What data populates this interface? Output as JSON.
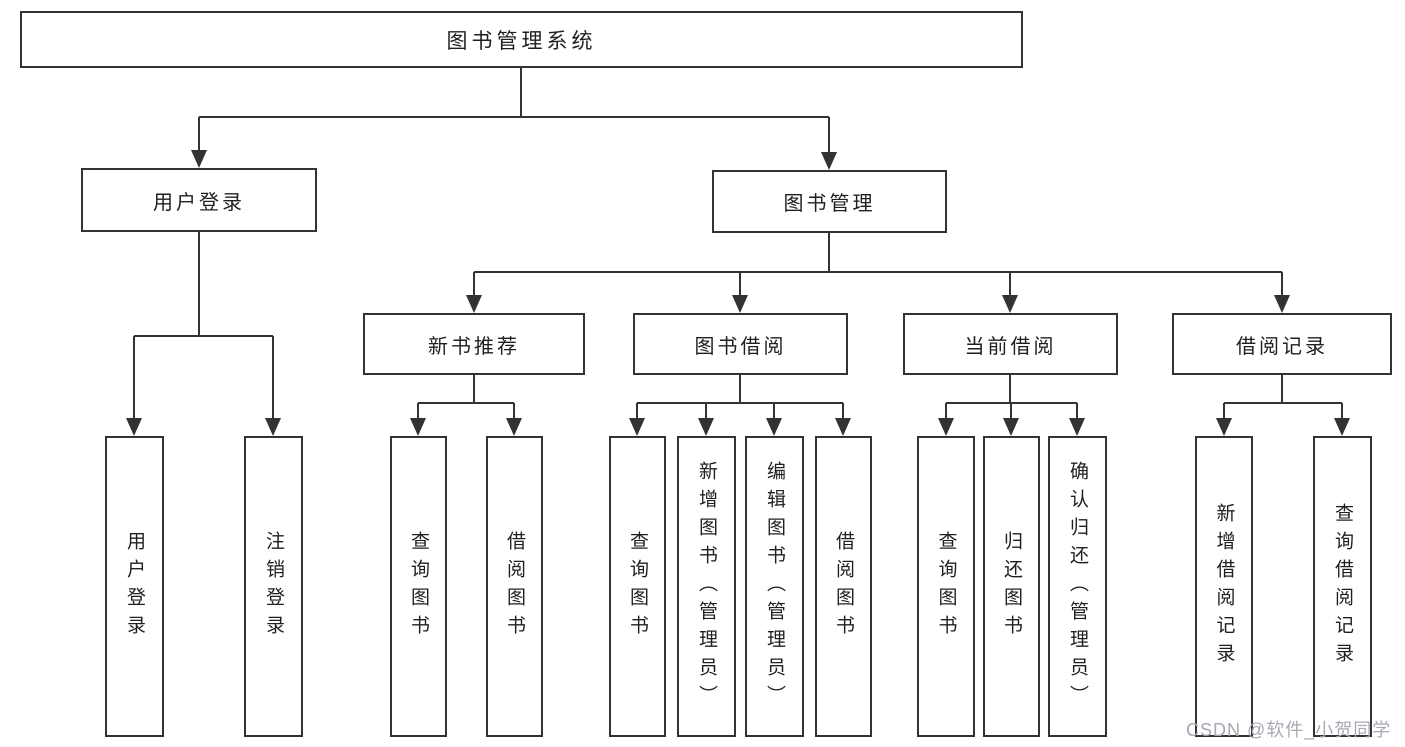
{
  "diagram": {
    "root": {
      "label": "图书管理系统"
    },
    "branches": [
      {
        "label": "用户登录",
        "children": [
          {
            "label": "用户登录"
          },
          {
            "label": "注销登录"
          }
        ]
      },
      {
        "label": "图书管理",
        "sections": [
          {
            "label": "新书推荐",
            "children": [
              {
                "label": "查询图书"
              },
              {
                "label": "借阅图书"
              }
            ]
          },
          {
            "label": "图书借阅",
            "children": [
              {
                "label": "查询图书"
              },
              {
                "label": "新增图书（管理员）"
              },
              {
                "label": "编辑图书（管理员）"
              },
              {
                "label": "借阅图书"
              }
            ]
          },
          {
            "label": "当前借阅",
            "children": [
              {
                "label": "查询图书"
              },
              {
                "label": "归还图书"
              },
              {
                "label": "确认归还（管理员）"
              }
            ]
          },
          {
            "label": "借阅记录",
            "children": [
              {
                "label": "新增借阅记录"
              },
              {
                "label": "查询借阅记录"
              }
            ]
          }
        ]
      }
    ]
  },
  "watermark": {
    "text": "CSDN @软件_小贺同学"
  },
  "colors": {
    "border": "#333333",
    "line": "#333333",
    "text": "#1f1f1f",
    "watermark": "#a6a9b3",
    "background": "#ffffff"
  }
}
